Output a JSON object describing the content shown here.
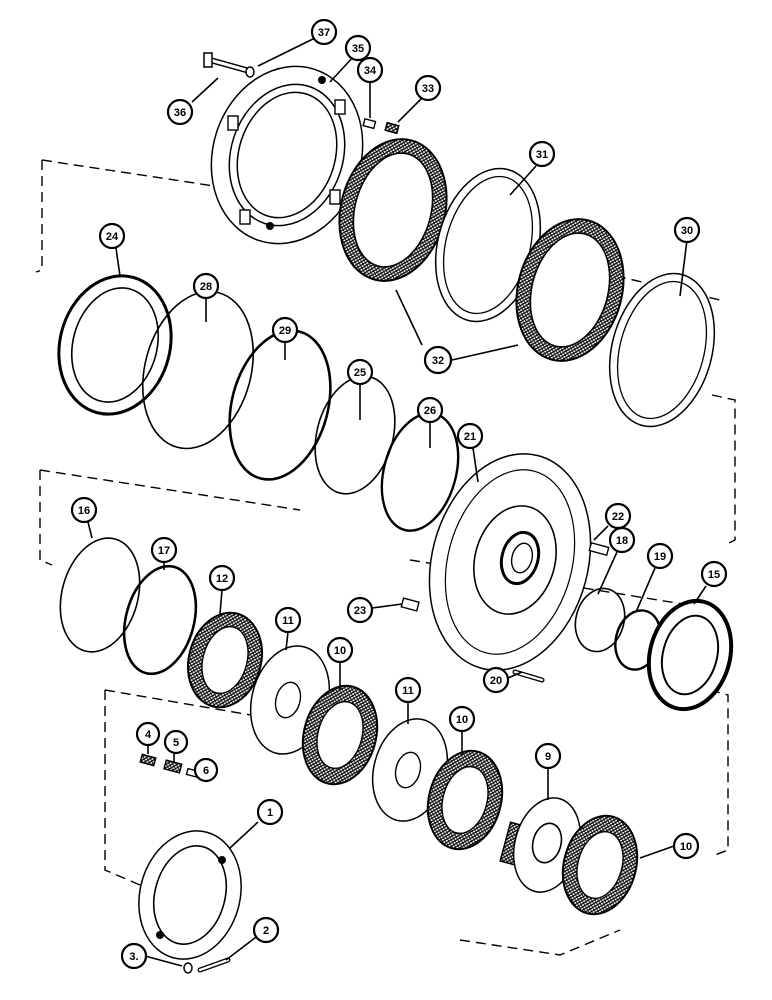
{
  "diagram": {
    "callouts": [
      {
        "id": "c1",
        "label": "1"
      },
      {
        "id": "c2",
        "label": "2"
      },
      {
        "id": "c3",
        "label": "3."
      },
      {
        "id": "c4",
        "label": "4"
      },
      {
        "id": "c5",
        "label": "5"
      },
      {
        "id": "c6",
        "label": "6"
      },
      {
        "id": "c9",
        "label": "9"
      },
      {
        "id": "c10a",
        "label": "10"
      },
      {
        "id": "c10b",
        "label": "10"
      },
      {
        "id": "c10c",
        "label": "10"
      },
      {
        "id": "c11a",
        "label": "11"
      },
      {
        "id": "c11b",
        "label": "11"
      },
      {
        "id": "c12",
        "label": "12"
      },
      {
        "id": "c15",
        "label": "15"
      },
      {
        "id": "c16",
        "label": "16"
      },
      {
        "id": "c17",
        "label": "17"
      },
      {
        "id": "c18",
        "label": "18"
      },
      {
        "id": "c19",
        "label": "19"
      },
      {
        "id": "c20",
        "label": "20"
      },
      {
        "id": "c21",
        "label": "21"
      },
      {
        "id": "c22",
        "label": "22"
      },
      {
        "id": "c23",
        "label": "23"
      },
      {
        "id": "c24",
        "label": "24"
      },
      {
        "id": "c25",
        "label": "25"
      },
      {
        "id": "c26",
        "label": "26"
      },
      {
        "id": "c28",
        "label": "28"
      },
      {
        "id": "c29",
        "label": "29"
      },
      {
        "id": "c30",
        "label": "30"
      },
      {
        "id": "c31",
        "label": "31"
      },
      {
        "id": "c32",
        "label": "32"
      },
      {
        "id": "c33",
        "label": "33"
      },
      {
        "id": "c34",
        "label": "34"
      },
      {
        "id": "c35",
        "label": "35"
      },
      {
        "id": "c36",
        "label": "36"
      },
      {
        "id": "c37",
        "label": "37"
      }
    ]
  }
}
